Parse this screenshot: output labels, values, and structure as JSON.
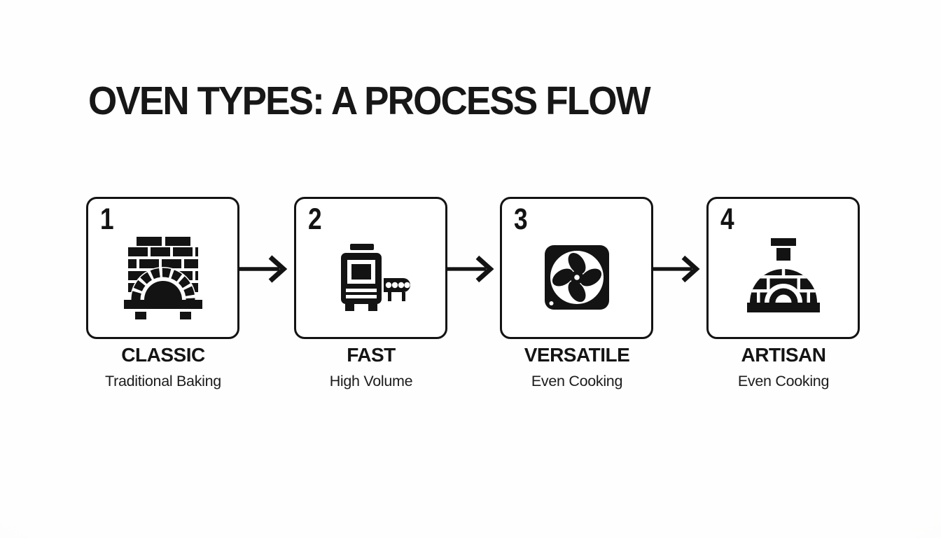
{
  "page": {
    "title": "OVEN TYPES: A PROCESS FLOW",
    "background_color": "#fcfcfb",
    "ink_color": "#131313"
  },
  "flow": {
    "arrow_icon": "arrow-right-icon",
    "steps": [
      {
        "number": "1",
        "name": "CLASSIC",
        "description": "Traditional Baking",
        "icon": "brick-oven-icon"
      },
      {
        "number": "2",
        "name": "FAST",
        "description": "High Volume",
        "icon": "conveyor-oven-icon"
      },
      {
        "number": "3",
        "name": "VERSATILE",
        "description": "Even Cooking",
        "icon": "convection-fan-icon"
      },
      {
        "number": "4",
        "name": "ARTISAN",
        "description": "Even Cooking",
        "icon": "dome-oven-icon"
      }
    ]
  }
}
